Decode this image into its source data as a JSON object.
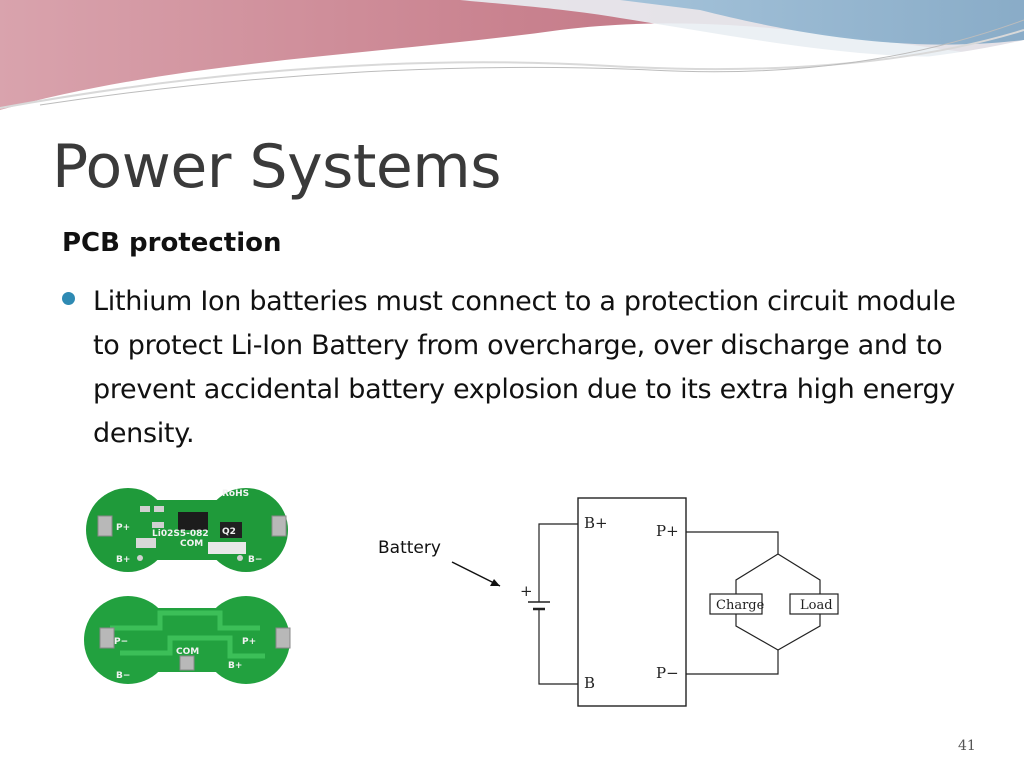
{
  "slide": {
    "title": "Power Systems",
    "subheading": "PCB protection",
    "bullet": "Lithium Ion batteries must connect to a protection circuit module to protect Li-Ion Battery from overcharge, over discharge  and to prevent accidental battery explosion due to its extra high energy density.",
    "page_number": "41"
  },
  "diagram": {
    "battery_label": "Battery",
    "terminals": {
      "b_plus": "B+",
      "b_minus": "B",
      "p_plus": "P+",
      "p_minus": "P−",
      "battery_plus": "+"
    },
    "charge": "Charge",
    "load": "Load"
  },
  "pcb_labels": {
    "rohs": "RoHS",
    "top_model": "Li02S5-082",
    "p_plus": "P+",
    "p_minus": "P−",
    "b_plus": "B+",
    "b_minus": "B−",
    "com": "COM",
    "q2": "Q2"
  },
  "colors": {
    "bullet": "#2e8ab3",
    "pcb_green": "#1f9a3a",
    "banner_red": "#c87888",
    "banner_blue": "#8fb4d0"
  }
}
